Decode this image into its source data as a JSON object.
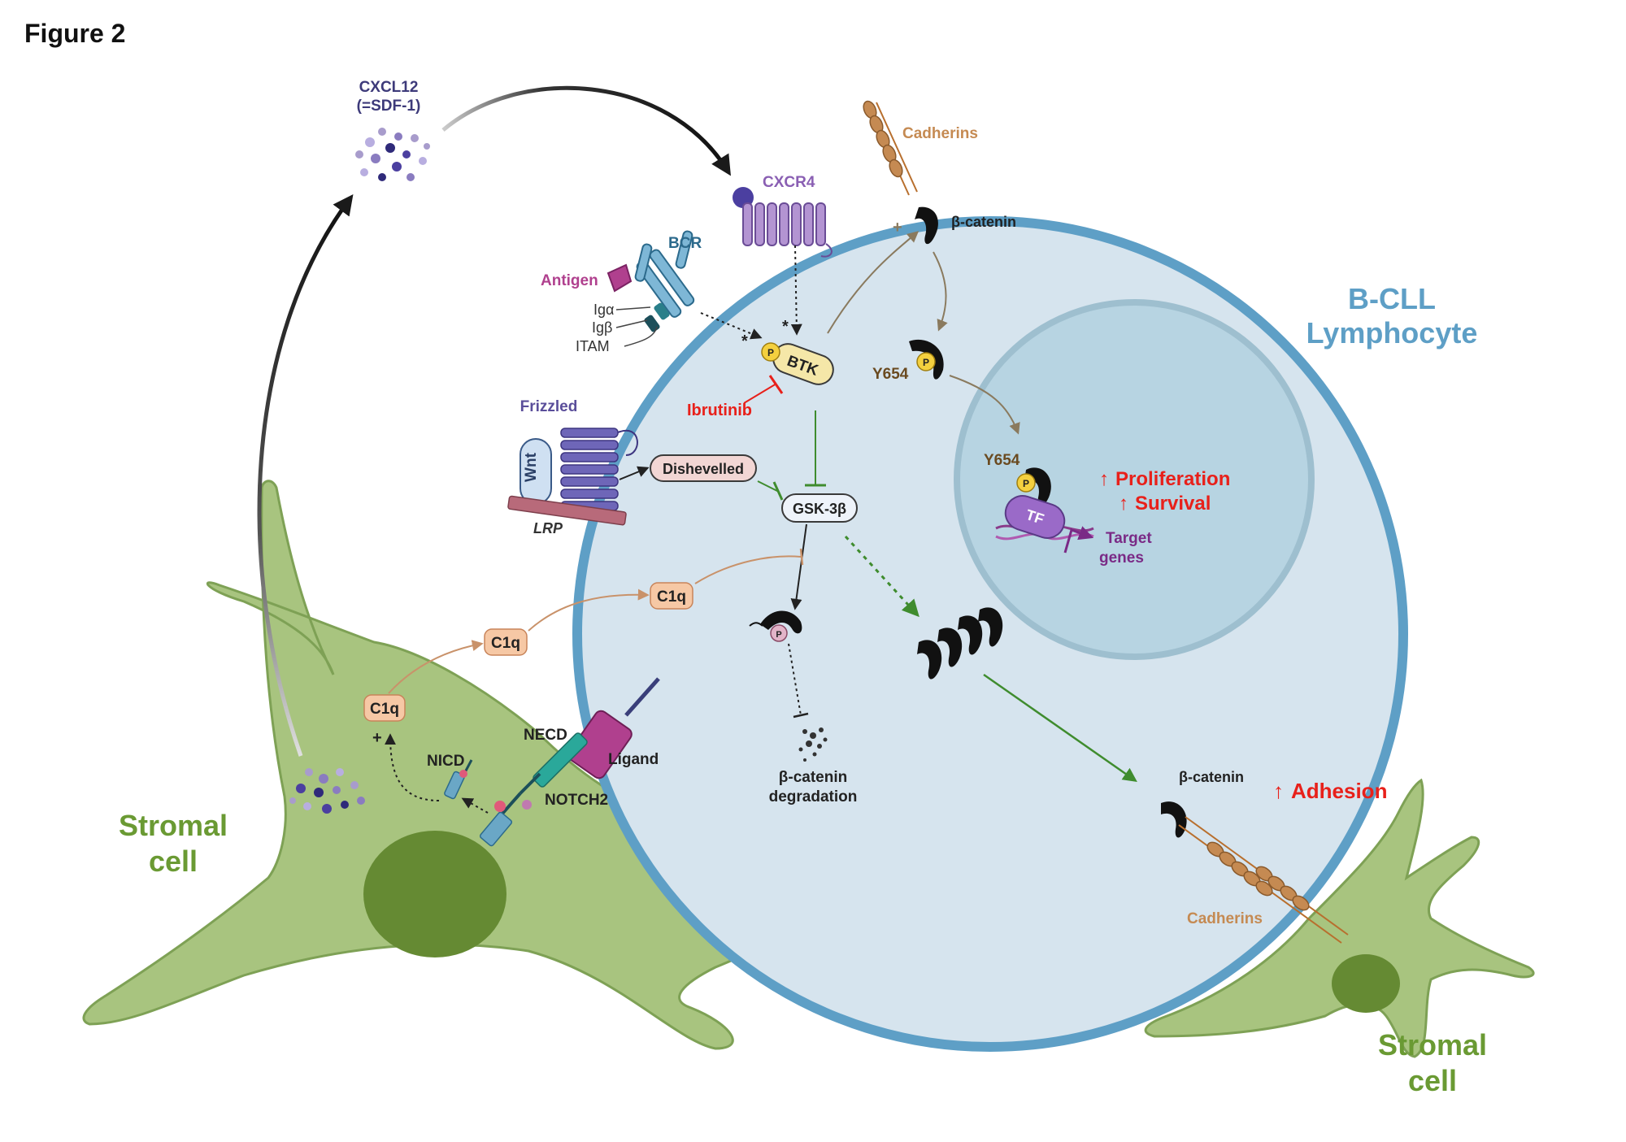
{
  "figure_title": "Figure 2",
  "colors": {
    "cell_fill": "#d6e4ee",
    "cell_border": "#5e9fc6",
    "nucleus_fill": "#b7d4e2",
    "nucleus_border": "#9ebfcf",
    "stroma_fill": "#a8c47f",
    "stroma_border": "#7ea155",
    "stroma_nucleus": "#658a33",
    "inhibitor_red": "#e8201a",
    "activation_green": "#3f8c2e",
    "pathway_brown": "#8a7a5e",
    "c1q_fill": "#f6c8a5",
    "c1q_border": "#c8845a",
    "cxcr4_purple": "#8a5fb3",
    "bcr_blue": "#2c6a8c",
    "cadherin_brown": "#b86f2e",
    "tf_purple": "#8a4fb0"
  },
  "labels": {
    "cell_name_line1": "B-CLL",
    "cell_name_line2": "Lymphocyte",
    "stromal_left_line1": "Stromal",
    "stromal_left_line2": "cell",
    "stromal_right_line1": "Stromal",
    "stromal_right_line2": "cell",
    "cxcl12_line1": "CXCL12",
    "cxcl12_line2": "(=SDF-1)",
    "cxcr4": "CXCR4",
    "bcr": "BCR",
    "antigen": "Antigen",
    "iga": "Igα",
    "igb": "Igβ",
    "itam": "ITAM",
    "btk": "BTK",
    "phospho": "P",
    "ibrutinib": "Ibrutinib",
    "frizzled": "Frizzled",
    "wnt": "Wnt",
    "lrp": "LRP",
    "dishevelled": "Dishevelled",
    "gsk3b": "GSK-3β",
    "cadherins_top": "Cadherins",
    "cadherins_bottom": "Cadherins",
    "beta_catenin_top": "β-catenin",
    "beta_catenin_right": "β-catenin",
    "y654_1": "Y654",
    "y654_2": "Y654",
    "tf": "TF",
    "target_line1": "Target",
    "target_line2": "genes",
    "proliferation": "Proliferation",
    "survival": "Survival",
    "adhesion": "Adhesion",
    "up_arrow": "↑",
    "degradation_line1": "β-catenin",
    "degradation_line2": "degradation",
    "c1q_1": "C1q",
    "c1q_2": "C1q",
    "c1q_3": "C1q",
    "necd": "NECD",
    "ligand": "Ligand",
    "nicd": "NICD",
    "notch2": "NOTCH2",
    "plus": "+",
    "star": "*"
  }
}
